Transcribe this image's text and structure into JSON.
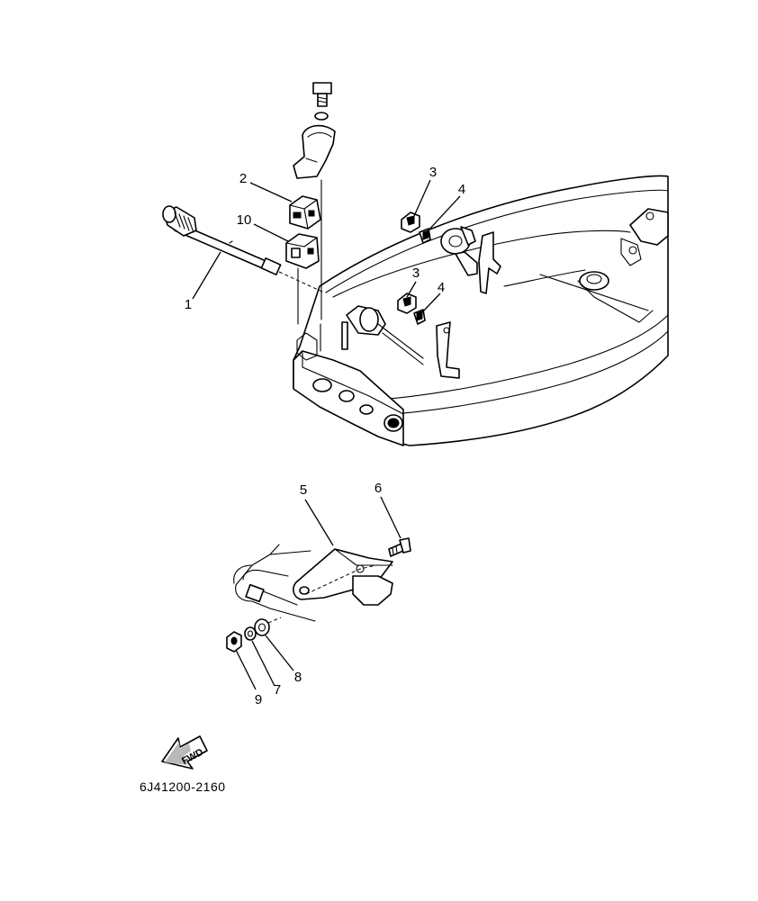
{
  "diagram": {
    "callouts": [
      {
        "id": "1",
        "label": "1"
      },
      {
        "id": "2",
        "label": "2"
      },
      {
        "id": "3a",
        "label": "3"
      },
      {
        "id": "3b",
        "label": "3"
      },
      {
        "id": "4a",
        "label": "4"
      },
      {
        "id": "4b",
        "label": "4"
      },
      {
        "id": "5",
        "label": "5"
      },
      {
        "id": "6",
        "label": "6"
      },
      {
        "id": "7",
        "label": "7"
      },
      {
        "id": "8",
        "label": "8"
      },
      {
        "id": "9",
        "label": "9"
      },
      {
        "id": "10",
        "label": "10"
      }
    ],
    "fwd_label": "FWD",
    "reference_code": "6J41200-2160"
  }
}
